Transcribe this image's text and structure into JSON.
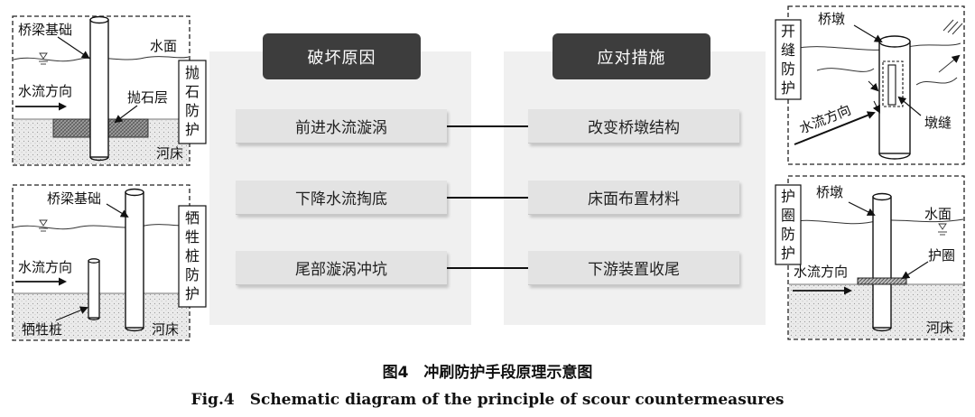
{
  "top_left": {
    "bridge_foundation": "桥梁基础",
    "water_surface": "水面",
    "flow_direction": "水流方向",
    "riprap_layer": "抛石层",
    "riverbed": "河床",
    "side_label": [
      "抛",
      "石",
      "防",
      "护"
    ]
  },
  "bottom_left": {
    "bridge_foundation": "桥梁基础",
    "flow_direction": "水流方向",
    "sacrificial_pile": "牺牲桩",
    "riverbed": "河床",
    "side_label": [
      "牺",
      "牲",
      "桩",
      "防",
      "护"
    ]
  },
  "center": {
    "cause_header": "破坏原因",
    "measure_header": "应对措施",
    "causes": [
      "前进水流漩涡",
      "下降水流掏底",
      "尾部漩涡冲坑"
    ],
    "measures": [
      "改变桥墩结构",
      "床面布置材料",
      "下游装置收尾"
    ]
  },
  "top_right": {
    "pier": "桥墩",
    "flow_direction": "水流方向",
    "slot": "墩缝",
    "side_label": [
      "开",
      "缝",
      "防",
      "护"
    ]
  },
  "bottom_right": {
    "pier": "桥墩",
    "water_surface": "水面",
    "flow_direction": "水流方向",
    "collar": "护圈",
    "riverbed": "河床",
    "side_label": [
      "护",
      "圈",
      "防",
      "护"
    ]
  },
  "caption": {
    "cn": "图4　冲刷防护手段原理示意图",
    "en": "Fig.4　Schematic diagram of the principle of scour countermeasures"
  }
}
